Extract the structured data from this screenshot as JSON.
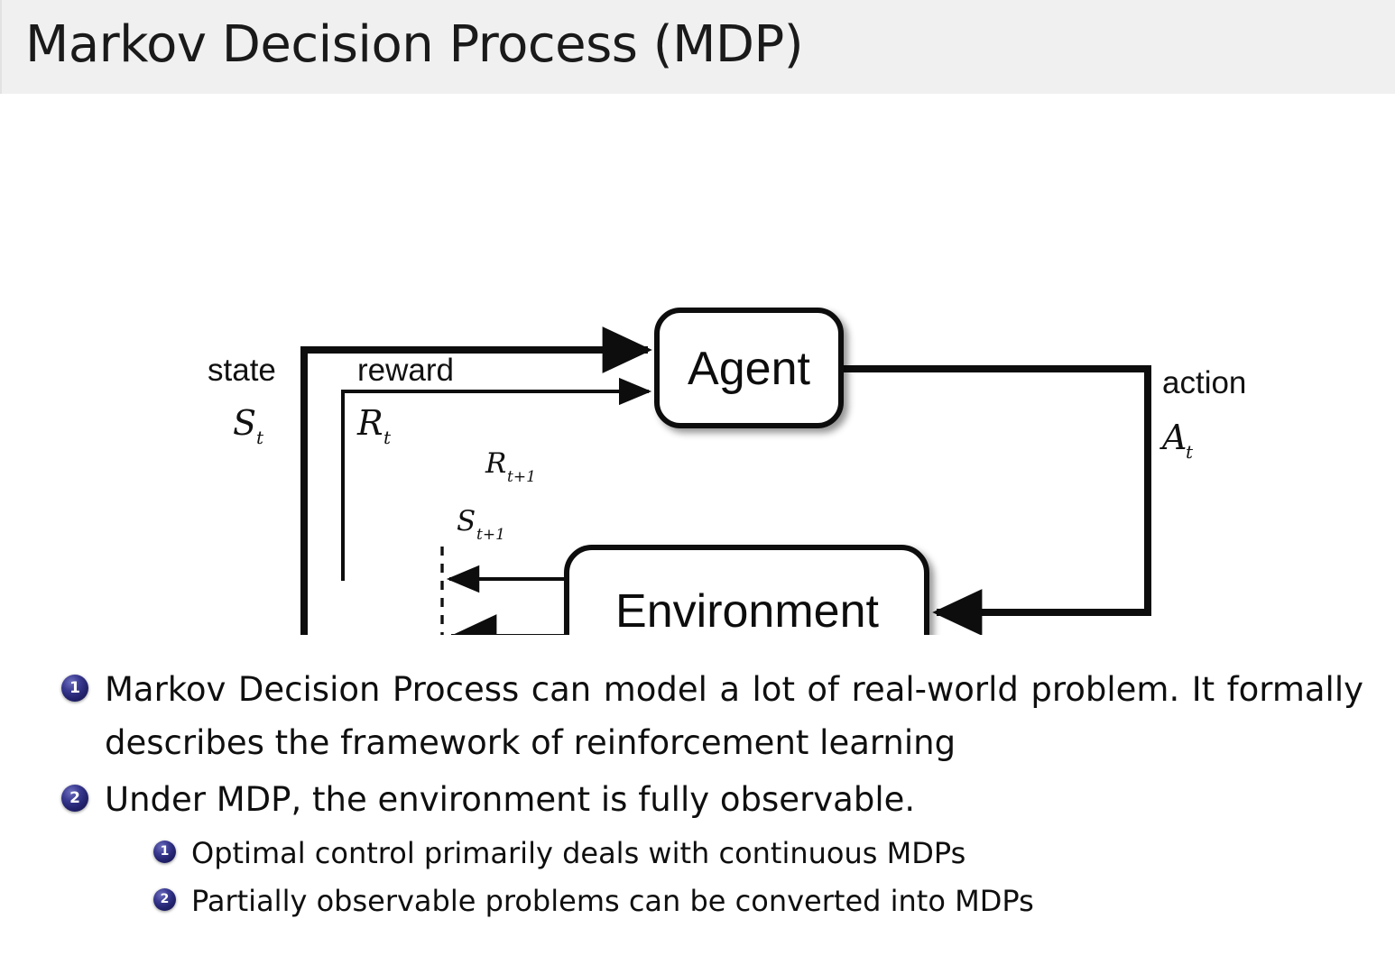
{
  "header": {
    "title": "Markov Decision Process (MDP)",
    "band_color": "#f0f0f0"
  },
  "diagram": {
    "name": "agent-environment-interaction-loop",
    "agent_box_label": "Agent",
    "environment_box_label": "Environment",
    "labels": {
      "state_word": "state",
      "state_symbol": "S",
      "state_subscript": "t",
      "reward_word": "reward",
      "reward_symbol": "R",
      "reward_subscript": "t",
      "action_word": "action",
      "action_symbol": "A",
      "action_subscript": "t",
      "reward_next_symbol": "R",
      "reward_next_subscript": "t+1",
      "state_next_symbol": "S",
      "state_next_subscript": "t+1"
    },
    "edges": [
      {
        "from": "environment",
        "to": "agent",
        "label": "state S_t",
        "style": "thick-solid"
      },
      {
        "from": "environment",
        "to": "agent",
        "label": "reward R_t",
        "style": "thin-solid"
      },
      {
        "from": "agent",
        "to": "environment",
        "label": "action A_t",
        "style": "thick-solid"
      },
      {
        "from": "environment",
        "to": "left-bus",
        "label": "R_t+1",
        "style": "thin-solid"
      },
      {
        "from": "environment",
        "to": "left-bus",
        "label": "S_t+1",
        "style": "thick-solid"
      }
    ],
    "time_boundary": "dashed-vertical-line"
  },
  "bullets": [
    {
      "level": 1,
      "number": "1",
      "text": "Markov Decision Process can model a lot of real-world problem. It formally describes the framework of reinforcement learning"
    },
    {
      "level": 1,
      "number": "2",
      "text": "Under MDP, the environment is fully observable."
    },
    {
      "level": 2,
      "number": "1",
      "text": "Optimal control primarily deals with continuous MDPs"
    },
    {
      "level": 2,
      "number": "2",
      "text": "Partially observable problems can be converted into MDPs"
    }
  ],
  "colors": {
    "badge_navy": "#23236f",
    "text": "#0f0f0f",
    "header_bg": "#f0f0f0",
    "page_bg": "#ffffff"
  }
}
